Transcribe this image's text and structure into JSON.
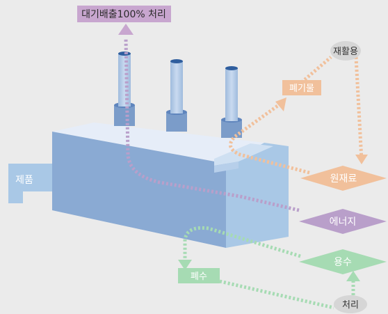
{
  "labels": {
    "emission": "대기배출100% 처리",
    "recycle": "재활용",
    "waste": "폐기물",
    "raw_material": "원재료",
    "energy": "에너지",
    "water_supply": "용수",
    "wastewater": "폐수",
    "treatment": "처리",
    "product": "제품"
  },
  "colors": {
    "background": "#ebebeb",
    "emission": "#c8a6cf",
    "energy": "#b99fca",
    "raw_material": "#f1c09b",
    "water": "#a6dbb3",
    "node": "#d6d6d6",
    "factory_front": "#8aaad3",
    "factory_top": "#e6edf8",
    "factory_side": "#a9c8e6"
  }
}
